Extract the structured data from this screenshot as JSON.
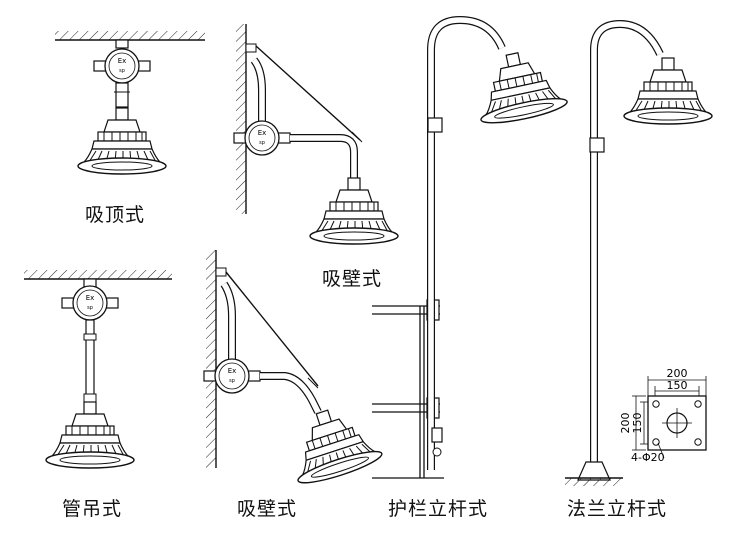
{
  "labels": {
    "ceiling": "吸顶式",
    "pendant": "管吊式",
    "wall_upper": "吸壁式",
    "wall_lower": "吸壁式",
    "guardrail_pole": "护栏立杆式",
    "flange_pole": "法兰立杆式"
  },
  "box_mark": "Ex",
  "box_sub": "sp",
  "flange_dims": {
    "outer_width": "200",
    "inner_width": "150",
    "outer_height": "200",
    "inner_height": "150",
    "holes": "4-Φ20"
  }
}
